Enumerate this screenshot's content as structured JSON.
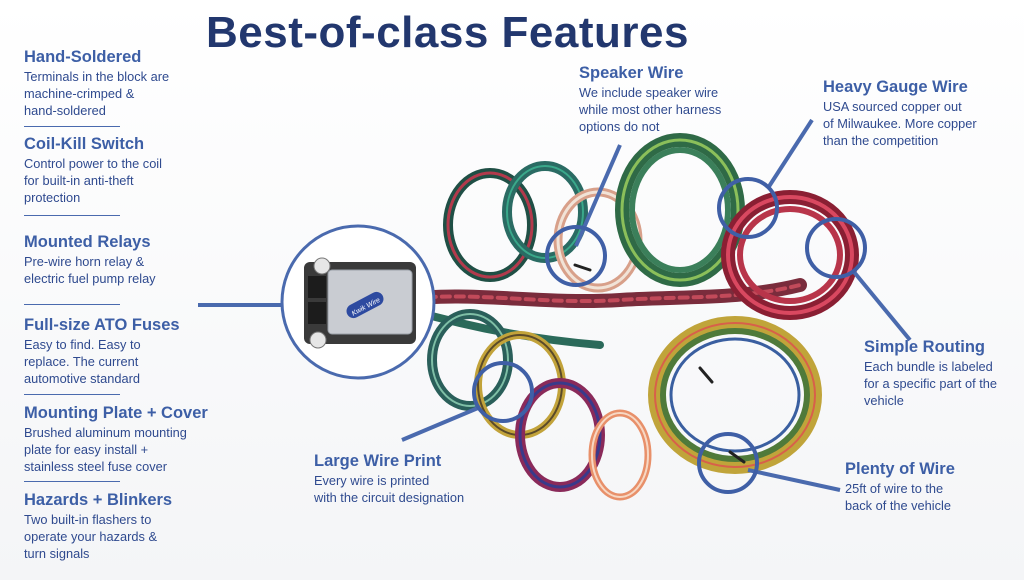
{
  "title": "Best-of-class Features",
  "left_features": [
    {
      "heading": "Hand-Soldered",
      "lines": [
        "Terminals in the block are",
        "machine-crimped &",
        "hand-soldered"
      ]
    },
    {
      "heading": "Coil-Kill Switch",
      "lines": [
        "Control power to the coil",
        "for built-in anti-theft",
        "protection"
      ]
    },
    {
      "heading": "Mounted Relays",
      "lines": [
        "Pre-wire horn relay &",
        "electric fuel pump relay"
      ]
    },
    {
      "heading": "Full-size ATO Fuses",
      "lines": [
        "Easy to find. Easy to",
        "replace. The current",
        "automotive standard"
      ]
    },
    {
      "heading": "Mounting Plate + Cover",
      "lines": [
        "Brushed aluminum mounting",
        "plate for easy install +",
        "stainless steel fuse cover"
      ]
    },
    {
      "heading": "Hazards + Blinkers",
      "lines": [
        "Two built-in flashers to",
        "operate your hazards &",
        "turn signals"
      ]
    }
  ],
  "callouts": {
    "speaker": {
      "heading": "Speaker Wire",
      "lines": [
        "We include speaker wire",
        "while most other harness",
        "options do not"
      ]
    },
    "heavy": {
      "heading": "Heavy Gauge Wire",
      "lines": [
        "USA sourced copper out",
        "of Milwaukee. More copper",
        "than the competition"
      ]
    },
    "routing": {
      "heading": "Simple Routing",
      "lines": [
        "Each bundle is labeled",
        "for a specific part of the",
        "vehicle"
      ]
    },
    "plenty": {
      "heading": "Plenty of Wire",
      "lines": [
        "25ft of wire to the",
        "back of the vehicle"
      ]
    },
    "print": {
      "heading": "Large Wire Print",
      "lines": [
        "Every wire is printed",
        "with the circuit designation"
      ]
    }
  },
  "fuse_box_logo": "Kwik Wire",
  "colors": {
    "title": "#22376e",
    "heading": "#3d5fa6",
    "body": "#2f4a8f",
    "callout_line": "#4a6aae"
  }
}
